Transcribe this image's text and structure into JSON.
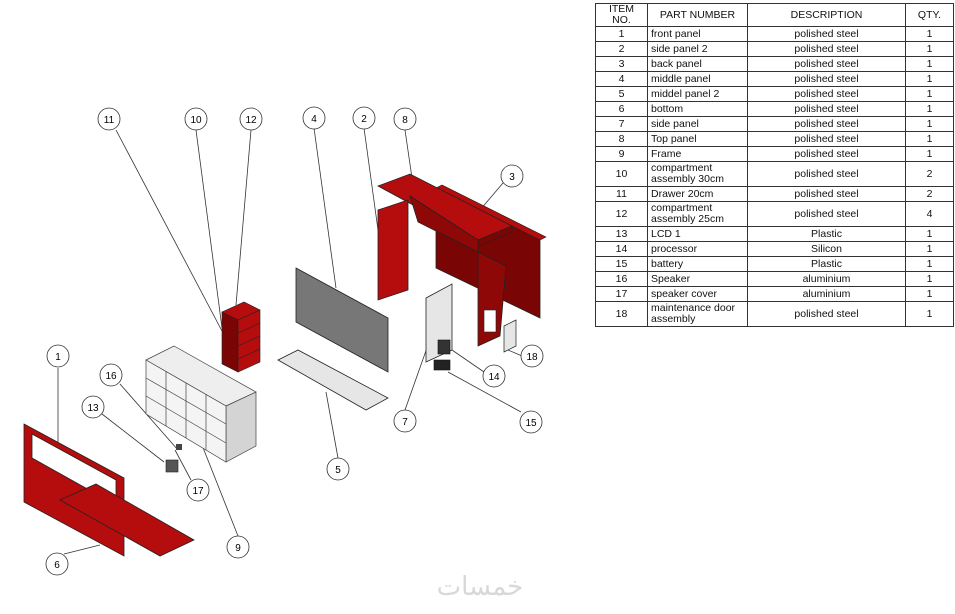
{
  "bom": {
    "headers": {
      "item": "ITEM NO.",
      "part": "PART NUMBER",
      "desc": "DESCRIPTION",
      "qty": "QTY."
    },
    "rows": [
      {
        "item": "1",
        "part": "front panel",
        "desc": "polished steel",
        "qty": "1"
      },
      {
        "item": "2",
        "part": "side panel 2",
        "desc": "polished steel",
        "qty": "1"
      },
      {
        "item": "3",
        "part": "back panel",
        "desc": "polished steel",
        "qty": "1"
      },
      {
        "item": "4",
        "part": "middle panel",
        "desc": "polished steel",
        "qty": "1"
      },
      {
        "item": "5",
        "part": "middel panel 2",
        "desc": "polished steel",
        "qty": "1"
      },
      {
        "item": "6",
        "part": "bottom",
        "desc": "polished steel",
        "qty": "1"
      },
      {
        "item": "7",
        "part": "side panel",
        "desc": "polished steel",
        "qty": "1"
      },
      {
        "item": "8",
        "part": "Top panel",
        "desc": "polished steel",
        "qty": "1"
      },
      {
        "item": "9",
        "part": "Frame",
        "desc": "polished steel",
        "qty": "1"
      },
      {
        "item": "10",
        "part": "compartment assembly 30cm",
        "desc": "polished steel",
        "qty": "2"
      },
      {
        "item": "11",
        "part": "Drawer 20cm",
        "desc": "polished steel",
        "qty": "2"
      },
      {
        "item": "12",
        "part": "compartment assembly 25cm",
        "desc": "polished steel",
        "qty": "4"
      },
      {
        "item": "13",
        "part": "LCD 1",
        "desc": "Plastic",
        "qty": "1"
      },
      {
        "item": "14",
        "part": "processor",
        "desc": "Silicon",
        "qty": "1"
      },
      {
        "item": "15",
        "part": "battery",
        "desc": "Plastic",
        "qty": "1"
      },
      {
        "item": "16",
        "part": "Speaker",
        "desc": "aluminium",
        "qty": "1"
      },
      {
        "item": "17",
        "part": "speaker cover",
        "desc": "aluminium",
        "qty": "1"
      },
      {
        "item": "18",
        "part": "maintenance door assembly",
        "desc": "polished steel",
        "qty": "1"
      }
    ]
  },
  "balloons": [
    "1",
    "2",
    "3",
    "4",
    "5",
    "6",
    "7",
    "8",
    "9",
    "10",
    "11",
    "12",
    "13",
    "14",
    "15",
    "16",
    "17",
    "18"
  ],
  "watermark": "خمسات",
  "colors": {
    "red": "#b50d0d",
    "dark_red": "#7a0505",
    "gray_panel": "#777777",
    "light_panel": "#e6e6e6",
    "line": "#222222"
  }
}
